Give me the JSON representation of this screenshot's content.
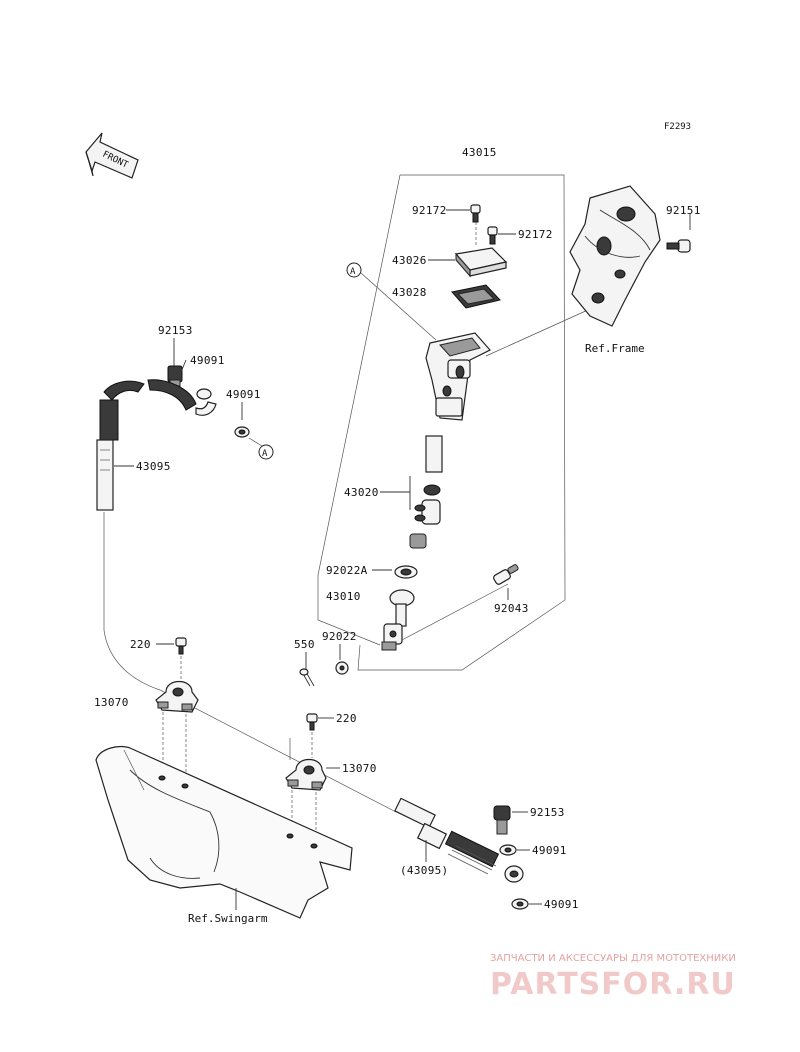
{
  "diagram_code": "F2293",
  "front_label": "FRONT",
  "refs": {
    "frame": "Ref.Frame",
    "swingarm": "Ref.Swingarm"
  },
  "callouts": {
    "a1": "A",
    "a2": "A"
  },
  "parts": {
    "p43015": "43015",
    "p92172_a": "92172",
    "p92172_b": "92172",
    "p92151": "92151",
    "p43026": "43026",
    "p43028": "43028",
    "p92153_top": "92153",
    "p49091_a": "49091",
    "p49091_b": "49091",
    "p43095": "43095",
    "p43020": "43020",
    "p92022A": "92022A",
    "p43010": "43010",
    "p92043": "92043",
    "p220_a": "220",
    "p550": "550",
    "p92022": "92022",
    "p13070_a": "13070",
    "p220_b": "220",
    "p13070_b": "13070",
    "p92153_bottom": "92153",
    "p49091_c": "49091",
    "p43095_ref": "(43095)",
    "p49091_d": "49091"
  },
  "watermark": {
    "tagline": "ЗАПЧАСТИ И АКСЕССУАРЫ ДЛЯ МОТОТЕХНИКИ",
    "brand": "PARTSFOR.RU"
  }
}
